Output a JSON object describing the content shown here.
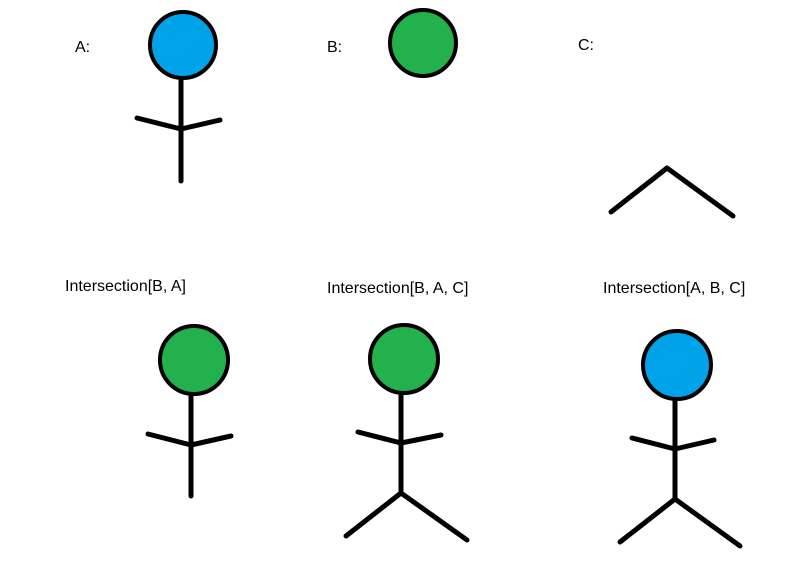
{
  "labels": {
    "a": "A:",
    "b": "B:",
    "c": "C:",
    "intersection_ba": "Intersection[B, A]",
    "intersection_bac": "Intersection[B, A, C]",
    "intersection_abc": "Intersection[A, B, C]"
  },
  "colors": {
    "blue": "#00A2E8",
    "green": "#22B14C",
    "stroke": "#000000"
  },
  "figures": [
    {
      "id": "figure-a",
      "head": "blue",
      "parts": [
        "head",
        "body",
        "arms"
      ]
    },
    {
      "id": "figure-b",
      "head": "green",
      "parts": [
        "head"
      ]
    },
    {
      "id": "figure-c",
      "parts": [
        "legs"
      ]
    },
    {
      "id": "figure-intersection-ba",
      "head": "green",
      "parts": [
        "head",
        "body",
        "arms"
      ]
    },
    {
      "id": "figure-intersection-bac",
      "head": "green",
      "parts": [
        "head",
        "body",
        "arms",
        "legs"
      ]
    },
    {
      "id": "figure-intersection-abc",
      "head": "blue",
      "parts": [
        "head",
        "body",
        "arms",
        "legs"
      ]
    }
  ]
}
